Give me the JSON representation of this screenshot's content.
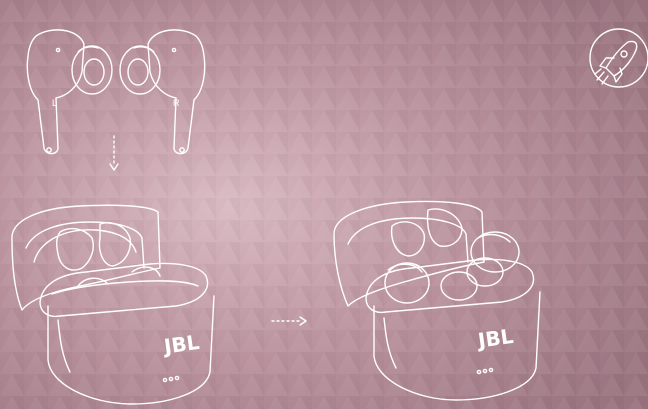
{
  "earbuds": {
    "left_label": "L",
    "right_label": "R"
  },
  "case_brand": "JBL",
  "icon": "rocket-icon",
  "colors": {
    "background": "#a8808c",
    "line": "#ffffff"
  }
}
